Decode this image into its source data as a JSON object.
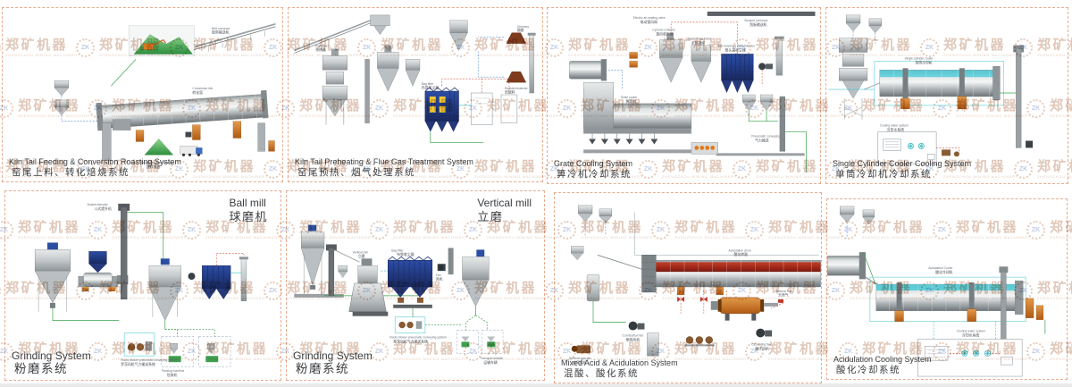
{
  "watermark": {
    "text": "郑矿机器",
    "subtext": "ZHENGZHOU MINING MACHINERY",
    "logo_letters": "ZK",
    "color": "#c69a80"
  },
  "panels": [
    {
      "title_en": "Kiln Tail Feeding & Conversion Roasting System",
      "title_zh": "窑尾上料、转化焙烧系统",
      "labels": {
        "kiln": {
          "en": "Conversion kiln",
          "zh": "转化窑"
        },
        "conveyor": {
          "en": "Belt conveyor",
          "zh": "胶带输送机"
        },
        "shed": {
          "en": "Secondary raw material",
          "zh": "原料堆棚"
        }
      }
    },
    {
      "title_en": "Kiln Tail Preheating & Flue Gas Treatment System",
      "title_zh": "窑尾预热、烟气处理系统",
      "labels": {
        "filter": {
          "en": "Bag filter",
          "zh": "布袋收尘器"
        },
        "preheater": {
          "en": "Preheater",
          "zh": "预热器"
        },
        "chimney": {
          "en": "Chimney",
          "zh": "烟囱"
        },
        "roasted": {
          "en": "Roasted material",
          "zh": "焙烧料"
        }
      }
    },
    {
      "title_en": "Grate Cooling System",
      "title_zh": "箅冷机冷却系统",
      "labels": {
        "valve": {
          "en": "Electric air sealing valve",
          "zh": "电动锁风阀"
        },
        "cyclone": {
          "en": "Cyclone collector",
          "zh": "旋风收尘器"
        },
        "boiler": {
          "en": "Waste heat boiler",
          "zh": "余热锅炉"
        },
        "filter": {
          "en": "Kiln head bag dust collector",
          "zh": "窑头袋收尘器"
        },
        "grate": {
          "en": "Grate cooler",
          "zh": "箅冷机"
        },
        "pneumatic": {
          "en": "Pneumatic conveying",
          "zh": "气力输送"
        },
        "scraper": {
          "en": "Scraper conveyor",
          "zh": "刮板输送机"
        }
      }
    },
    {
      "title_en": "Single Cylinder Cooler Cooling System",
      "title_zh": "单筒冷却机冷却系统",
      "labels": {
        "cooler": {
          "en": "Single cylinder cooler",
          "zh": "单筒冷却机"
        },
        "cws": {
          "en": "Cooling water system",
          "zh": "冷却水系统"
        }
      }
    },
    {
      "title_en": "Grinding System",
      "title_zh": "粉磨系统",
      "corner_en": "Ball mill",
      "corner_zh": "球磨机",
      "labels": {
        "roots": {
          "en": "Roots blower pneumatic conveying system",
          "zh": "罗茨风机气力输送系统"
        },
        "elevator": {
          "en": "Bucket elevator",
          "zh": "斗式提升机"
        },
        "packing": {
          "en": "Packing machine",
          "zh": "包装机"
        }
      }
    },
    {
      "title_en": "Grinding System",
      "title_zh": "粉磨系统",
      "corner_en": "Vertical mill",
      "corner_zh": "立磨",
      "labels": {
        "mill": {
          "en": "Vertical mill",
          "zh": "立磨"
        },
        "filter": {
          "en": "Bag filter",
          "zh": "布袋收尘器"
        },
        "fan": {
          "en": "Fan",
          "zh": "风机"
        },
        "roots": {
          "en": "Roots blower pneumatic conveying system",
          "zh": "罗茨风机气力输送系统"
        },
        "transport": {
          "en": "Transport vehicle",
          "zh": "运输车辆"
        }
      }
    },
    {
      "title_en": "Mixed Acid & Acidulation System",
      "title_zh": "混酸、酸化系统",
      "labels": {
        "drum": {
          "en": "Acidulation drum",
          "zh": "酸化转鼓"
        },
        "gas": {
          "en": "Natural Gas",
          "zh": "天然气"
        },
        "comb": {
          "en": "Combustion fan",
          "zh": "燃烧风机"
        },
        "circ": {
          "en": "Circulating fan",
          "zh": "循环风机"
        },
        "exhaust": {
          "en": "Exhaust gas fan",
          "zh": "废气风机"
        }
      }
    },
    {
      "title_en": "Acidulation Cooling System",
      "title_zh": "酸化冷却系统",
      "labels": {
        "cooler": {
          "en": "Acidulation Cooler",
          "zh": "酸化冷却机"
        },
        "cws": {
          "en": "Cooling water system",
          "zh": "冷却水系统"
        }
      }
    }
  ]
}
